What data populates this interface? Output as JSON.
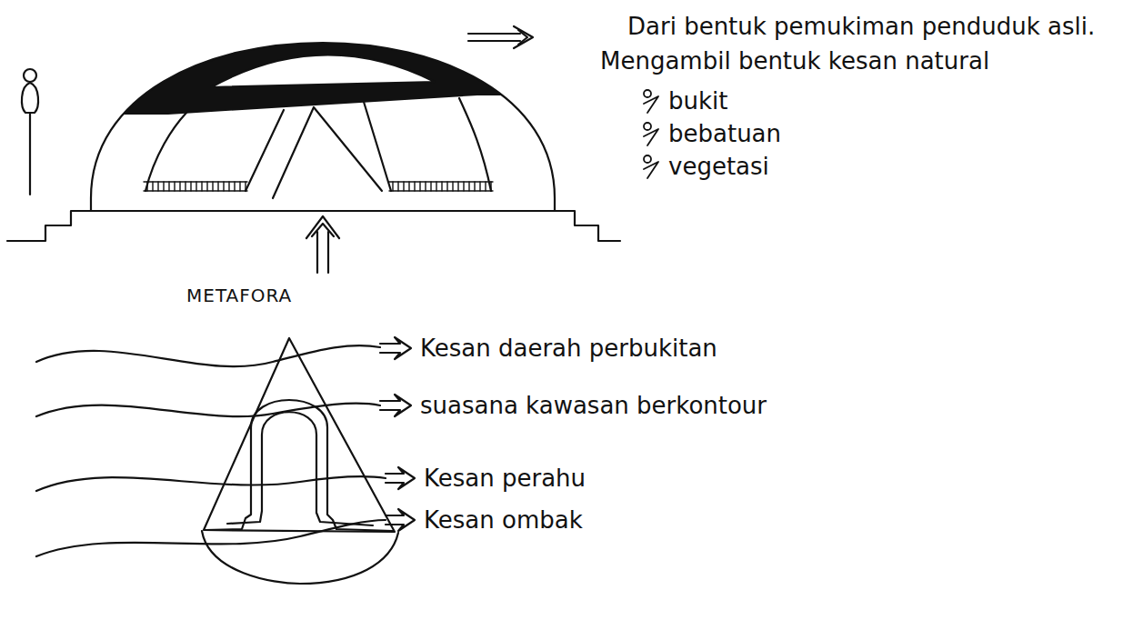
{
  "diagram": {
    "labels": [
      "Dari bentuk pemukiman penduduk asli.",
      "Mengambil bentuk kesan natural",
      "bukit",
      "bebatuan",
      "vegetasi",
      "METAFORA",
      "Kesan daerah perbukitan",
      "suasana kawasan berkontour",
      "Kesan perahu",
      "Kesan ombak"
    ]
  }
}
